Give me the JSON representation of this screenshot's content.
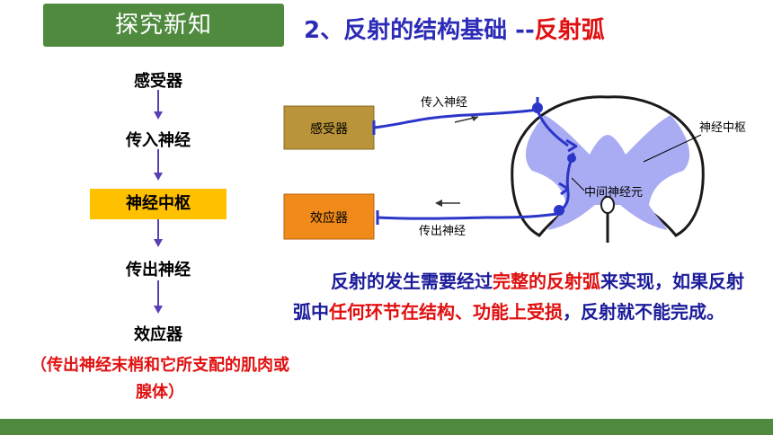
{
  "header": {
    "tag_label": "探究新知",
    "title_main": "2、反射的结构基础 ",
    "title_dash": "--",
    "title_highlight": "反射弧"
  },
  "flow": {
    "step1": "感受器",
    "step2": "传入神经",
    "step3": "神经中枢",
    "step4": "传出神经",
    "step5": "效应器",
    "note": "（传出神经末梢和它所支配的肌肉或腺体）"
  },
  "diagram": {
    "receptor_label": "感受器",
    "effector_label": "效应器",
    "afferent_label": "传入神经",
    "efferent_label": "传出神经",
    "center_label": "神经中枢",
    "interneuron_label": "中间神经元"
  },
  "paragraph": {
    "part1": "反射的发生需要经过",
    "part2": "完整的反射弧",
    "part3": "来实现，如果反射弧中",
    "part4": "任何环节在结构、功能上受损",
    "part5": "，反射就不能完成。"
  },
  "colors": {
    "green": "#4f8a3e",
    "blue_text": "#2b2bb8",
    "red_text": "#e01010",
    "center_fill": "#ffc000",
    "receptor_fill": "#b9943a",
    "effector_fill": "#f08a1a",
    "grey_matter": "#a9acf2"
  }
}
